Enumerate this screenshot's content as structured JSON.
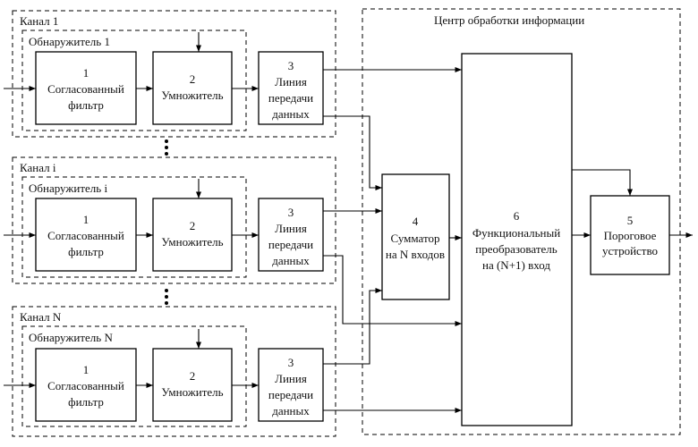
{
  "center": {
    "title": "Центр обработки информации"
  },
  "channels": [
    {
      "channel_label": "Канал 1",
      "detector_label": "Обнаружитель 1"
    },
    {
      "channel_label": "Канал i",
      "detector_label": "Обнаружитель i"
    },
    {
      "channel_label": "Канал N",
      "detector_label": "Обнаружитель N"
    }
  ],
  "blocks": {
    "filter": {
      "num": "1",
      "lines": [
        "Согласованный",
        "фильтр"
      ]
    },
    "multiplier": {
      "num": "2",
      "lines": [
        "Умножитель"
      ]
    },
    "line": {
      "num": "3",
      "lines": [
        "Линия",
        "передачи",
        "данных"
      ]
    },
    "summator": {
      "num": "4",
      "lines": [
        "Сумматор",
        "на N входов"
      ]
    },
    "converter": {
      "num": "6",
      "lines": [
        "Функциональный",
        "преобразователь",
        "на (N+1) вход"
      ]
    },
    "threshold": {
      "num": "5",
      "lines": [
        "Пороговое",
        "устройство"
      ]
    }
  },
  "colors": {
    "line": "#000000",
    "background": "#ffffff"
  }
}
